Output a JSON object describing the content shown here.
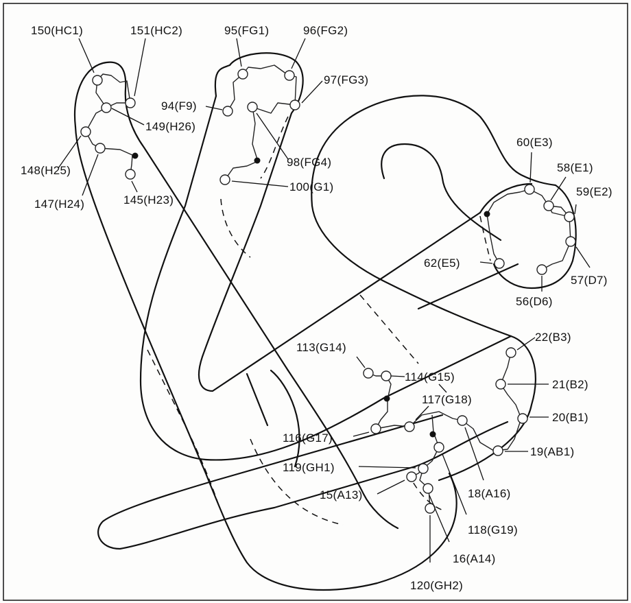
{
  "labels": {
    "hc1": "150(HC1)",
    "hc2": "151(HC2)",
    "fg1": "95(FG1)",
    "fg2": "96(FG2)",
    "fg3": "97(FG3)",
    "f9": "94(F9)",
    "h26": "149(H26)",
    "fg4": "98(FG4)",
    "h25": "148(H25)",
    "h24": "147(H24)",
    "h23": "145(H23)",
    "g1": "100(G1)",
    "e3": "60(E3)",
    "e1": "58(E1)",
    "e2": "59(E2)",
    "e5": "62(E5)",
    "d7": "57(D7)",
    "d6": "56(D6)",
    "b3": "22(B3)",
    "g14": "113(G14)",
    "g15": "114(G15)",
    "b2": "21(B2)",
    "g18": "117(G18)",
    "b1": "20(B1)",
    "g17": "116(G17)",
    "ab1": "19(AB1)",
    "gh1": "119(GH1)",
    "a16": "18(A16)",
    "a13": "15(A13)",
    "g19": "118(G19)",
    "a14": "16(A14)",
    "gh2": "120(GH2)"
  }
}
